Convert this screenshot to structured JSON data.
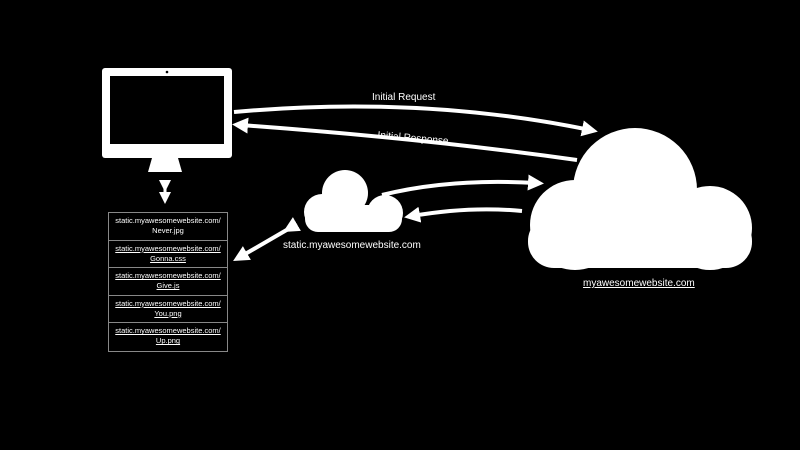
{
  "labels": {
    "request": "Initial Request",
    "response": "Initial Response",
    "cdn": "static.myawesomewebsite.com",
    "origin": "myawesomewebsite.com"
  },
  "files": [
    {
      "host": "static.myawesomewebsite.com/",
      "name": "Never.jpg"
    },
    {
      "host": "static.myawesomewebsite.com/",
      "name": "Gonna.css"
    },
    {
      "host": "static.myawesomewebsite.com/",
      "name": "Give.js"
    },
    {
      "host": "static.myawesomewebsite.com/",
      "name": "You.png"
    },
    {
      "host": "static.myawesomewebsite.com/",
      "name": "Up.png"
    }
  ]
}
